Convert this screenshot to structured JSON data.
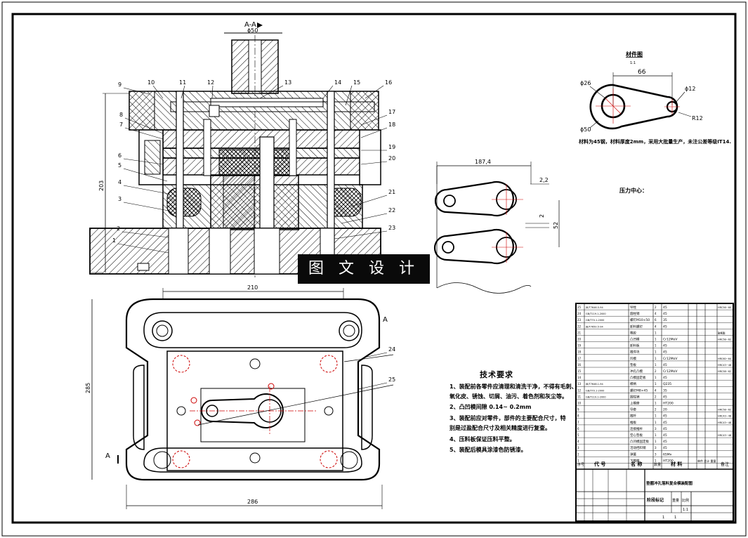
{
  "sheet": {
    "section_mark": "A-A",
    "watermark": "图 文 设 计",
    "dims": {
      "top_d50": "ϕ50",
      "height_203": "203",
      "plan_width_210": "210",
      "plan_height_285": "285",
      "plan_bottom_286": "286",
      "strip_187": "187,4",
      "strip_2_2": "2,2",
      "strip_2": "2",
      "strip_52": "52",
      "blank_66": "66",
      "blank_d26": "ϕ26",
      "blank_d12": "ϕ12",
      "blank_r12": "R12",
      "blank_d50": "ϕ50",
      "view_a": "A"
    },
    "part_labels": [
      "1",
      "2",
      "3",
      "4",
      "5",
      "6",
      "7",
      "8",
      "9",
      "10",
      "11",
      "12",
      "13",
      "14",
      "15",
      "16",
      "17",
      "18",
      "19",
      "20",
      "21",
      "22",
      "23",
      "24",
      "25"
    ],
    "blank_title": "材件图",
    "blank_scale": "1:1",
    "material_note": "材料为45钢，材料厚度2mm，采用大批量生产，未注公差等级IT14.",
    "press_note": "压力中心：",
    "requirements": {
      "title": "技术要求",
      "items": [
        "1、装配前各零件应清理和清洗干净，不得有毛刺、",
        "氧化皮、锈蚀、切屑、油污、着色剂和灰尘等。",
        "2、凸凹模间隙 0.14~ 0.2mm",
        "3、装配前应对零件，部件的主要配合尺寸，特",
        "别是过盈配合尺寸及相关精度进行复查。",
        "4、压料板保证压料平整。",
        "5、装配后模具涂漆色防锈漆。"
      ]
    },
    "bom": {
      "rows": [
        [
          "25",
          "JB/T7646.5-94",
          "导柱",
          "2",
          "45",
          "HRC56~60"
        ],
        [
          "24",
          "GB/T119.1-2000",
          "圆柱销",
          "4",
          "45",
          ""
        ],
        [
          "23",
          "GB/T70.1-2000",
          "螺钉M10×50",
          "6",
          "35",
          ""
        ],
        [
          "22",
          "JB/T7650.5-94",
          "卸料螺钉",
          "4",
          "45",
          ""
        ],
        [
          "21",
          "",
          "橡胶",
          "1",
          "",
          "聚氨酯"
        ],
        [
          "20",
          "",
          "凸凹模",
          "1",
          "Cr12MoV",
          "HRC58~62"
        ],
        [
          "19",
          "",
          "卸料板",
          "1",
          "45",
          ""
        ],
        [
          "18",
          "",
          "推件块",
          "1",
          "45",
          ""
        ],
        [
          "17",
          "",
          "凹模",
          "1",
          "Cr12MoV",
          "HRC60~64"
        ],
        [
          "16",
          "",
          "垫板",
          "1",
          "45",
          "HRC43~48"
        ],
        [
          "15",
          "",
          "冲孔凸模",
          "2",
          "Cr12MoV",
          "HRC58~62"
        ],
        [
          "14",
          "",
          "凸模固定板",
          "1",
          "45",
          ""
        ],
        [
          "13",
          "JB/T7646.1-94",
          "模柄",
          "1",
          "Q235",
          ""
        ],
        [
          "12",
          "GB/T70.1-2000",
          "螺钉M8×45",
          "4",
          "35",
          ""
        ],
        [
          "11",
          "GB/T119.1-2000",
          "圆柱销",
          "2",
          "45",
          ""
        ],
        [
          "10",
          "",
          "上模座",
          "1",
          "HT200",
          ""
        ],
        [
          "9",
          "",
          "导套",
          "2",
          "20",
          "HRC58~62"
        ],
        [
          "8",
          "",
          "推杆",
          "1",
          "45",
          "HRC43~48"
        ],
        [
          "7",
          "",
          "推板",
          "1",
          "45",
          "HRC43~48"
        ],
        [
          "6",
          "",
          "连接推杆",
          "3",
          "45",
          ""
        ],
        [
          "5",
          "",
          "空心垫板",
          "1",
          "45",
          "HRC43~48"
        ],
        [
          "4",
          "",
          "凸凹模固定板",
          "1",
          "45",
          ""
        ],
        [
          "3",
          "",
          "活动挡料销",
          "3",
          "45",
          ""
        ],
        [
          "2",
          "",
          "弹簧",
          "3",
          "65Mn",
          ""
        ],
        [
          "1",
          "",
          "下模座",
          "1",
          "HT200",
          ""
        ]
      ],
      "header": [
        "序号",
        "代 号",
        "名 称",
        "数量",
        "材 料",
        "单件 总计 重量",
        "备注"
      ],
      "title_block": "垫圈冲孔落料复合模装配图",
      "stage_label": "阶段标记",
      "weight_label": "重量",
      "scale_label": "比例",
      "scale_value": "1:1",
      "sheet_total": "1",
      "sheet_no": "1"
    }
  }
}
